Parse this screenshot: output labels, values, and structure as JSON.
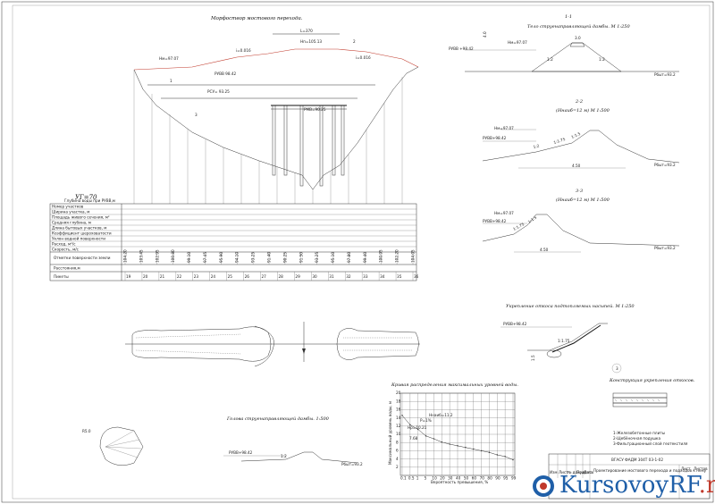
{
  "sections": {
    "profile_title": "Морфоствор мостового перехода.",
    "s11_title": "1-1",
    "s11_sub": "Тело струенаправляющей дамбы. М 1:250",
    "s22_title": "2-2",
    "s22_sub": "(Ннаиб=12 м) М 1:500",
    "s33_title": "3-3",
    "s33_sub": "(Ннаиб=12 м) М 1:500",
    "slope_title": "Укрепление откоса подтопляемых насыпей. М 1:250",
    "dam_head_title": "Голова струенаправляющей дамбы. 1:500",
    "curve_title": "Кривая распределения максимальных уровней воды.",
    "construction_title": "Конструкция укрепления откосов."
  },
  "profile": {
    "bridge_len": "L=370",
    "h_label": "Нп=105.13",
    "rub": "РУВВ 98.42",
    "rsu": "РСУ= 93.25",
    "gauge": "УГ=70",
    "mark1": "1",
    "mark2": "2",
    "mark3": "3",
    "slope_l": "i=0.016",
    "slope_r": "i=0.016",
    "hm": "Нм=97.07",
    "rmv": "РМВ=90.25",
    "depth_note": "Глубина воды при РУВВ,м"
  },
  "table": {
    "rows_left": [
      "Номер участков",
      "Ширина участка, м",
      "Площадь живого сечения, м²",
      "Средняя глубина, м",
      "Длина бытовых участков, м",
      "Коэффициент шероховатости",
      "Уклон водной поверхности",
      "Расход, м³/с",
      "Скорость, м/с",
      "Отметки поверхности земли"
    ],
    "row_dist": "Расстояния,м",
    "row_pk": "Пикеты",
    "elev": [
      "104.20",
      "103.45",
      "102.95",
      "100.80",
      "99.10",
      "97.45",
      "95.90",
      "94.10",
      "93.25",
      "91.40",
      "90.25",
      "91.50",
      "93.25",
      "95.10",
      "97.80",
      "99.40",
      "100.95",
      "102.20",
      "104.05"
    ],
    "pk": [
      "19",
      "20",
      "21",
      "22",
      "23",
      "24",
      "25",
      "26",
      "27",
      "28",
      "29",
      "30",
      "31",
      "32",
      "33",
      "34",
      "35",
      "36"
    ]
  },
  "s11": {
    "rub": "РУВВ +98.42",
    "hm": "Нм=97.07",
    "h_left": "4.0",
    "slope_l": "1:2",
    "slope_r": "1:2",
    "width": "3.0",
    "bottom": "Рбыт=93.2"
  },
  "s22": {
    "hm": "Нм=97.07",
    "rub": "РУВВ+98.42",
    "sl1": "1:2",
    "sl2": "1:1.75",
    "sl3": "1:1.5",
    "width": "4.50",
    "bottom": "Рбыт=93.2"
  },
  "s33": {
    "hm": "Нм=97.07",
    "rub": "РУВВ+98.42",
    "sl": "1:1.75",
    "sl2": "1:1.5",
    "width": "4.50",
    "bottom": "Рбыт=93.2"
  },
  "slope": {
    "rub": "РУВВ+98.42",
    "sl": "1:1.75",
    "h": "1.5",
    "mark": "3"
  },
  "dam_head": {
    "rub": "РУВВ+98.42",
    "slope": "1:2",
    "bottom": "Рбыт=93.2",
    "radius": "R5.0"
  },
  "curve_chart": {
    "ylabel": "Максимальный уровень воды, м",
    "xlabel": "Вероятность превышения, %",
    "yticks": [
      "20",
      "18",
      "16",
      "14",
      "12",
      "10",
      "8",
      "6",
      "4",
      "2"
    ],
    "xticks": [
      "0.1",
      "0.5",
      "1",
      "5",
      "10",
      "20",
      "30",
      "40",
      "50",
      "60",
      "70",
      "80",
      "90",
      "95",
      "99"
    ],
    "annotations": [
      "Ннаиб=11.2",
      "Р=1%",
      "Нр=10.21",
      "7.68"
    ]
  },
  "chart_data": {
    "type": "line",
    "title": "Кривая распределения максимальных уровней воды.",
    "xlabel": "Вероятность превышения, %",
    "ylabel": "Максимальный уровень воды, м",
    "x": [
      0.1,
      0.5,
      1,
      5,
      10,
      20,
      30,
      40,
      50,
      60,
      70,
      80,
      90,
      95,
      99
    ],
    "series": [
      {
        "values": [
          14.6,
          12.3,
          11.2,
          9.6,
          8.9,
          8.1,
          7.6,
          7.2,
          6.8,
          6.4,
          6.0,
          5.6,
          5.0,
          4.6,
          3.8
        ]
      }
    ],
    "ylim": [
      0,
      20
    ],
    "grid": true
  },
  "construction": {
    "notes": [
      "1-Железобетонные плиты",
      "2-Щебёночная подушка",
      "3-Фильтрационный слой геотекстиля"
    ],
    "mark": "3"
  },
  "stamp": {
    "code": "ВГАСУ ФАДМ 304Т 03-1-02",
    "title": "Проектирование мостового перехода и подходов к нему",
    "r1": "Изм",
    "r2": "Лист",
    "r3": "№ докум.",
    "r4": "Подпись",
    "r5": "Дата",
    "sheet": "Лист",
    "sheets": "Листов"
  },
  "watermark": {
    "text": "KursovoyRF",
    "suffix": ".ru"
  }
}
